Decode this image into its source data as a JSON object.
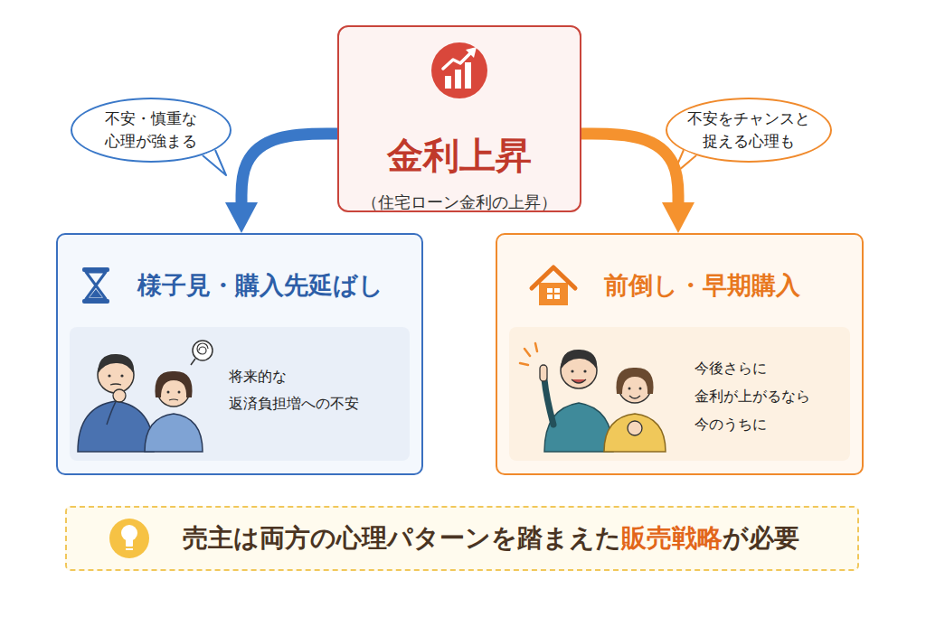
{
  "diagram": {
    "nodes": [
      {
        "text": [
          "金利上昇",
          "（住宅ローン金利の上昇）"
        ]
      },
      {
        "text": [
          "不安・慎重な 心理が強まる"
        ]
      },
      {
        "text": [
          "不安をチャンスと 捉える心理も"
        ]
      },
      {
        "text": [
          "様子見・購入先延ばし"
        ]
      },
      {
        "text": [
          "将来的な 返済負担増への不安"
        ],
        "in": 3
      },
      {
        "text": [
          "前倒し・早期購入"
        ]
      },
      {
        "text": [
          "今後さらに 金利が上がるなら 今のうちに"
        ],
        "in": 5
      },
      {
        "text": [
          "売主は両方の心理パターンを踏まえた",
          "販売戦略",
          "が必要"
        ]
      }
    ],
    "edges": [
      {
        "from": 0,
        "to": 3,
        "arrow": "to"
      },
      {
        "from": 0,
        "to": 5,
        "arrow": "to"
      }
    ]
  }
}
